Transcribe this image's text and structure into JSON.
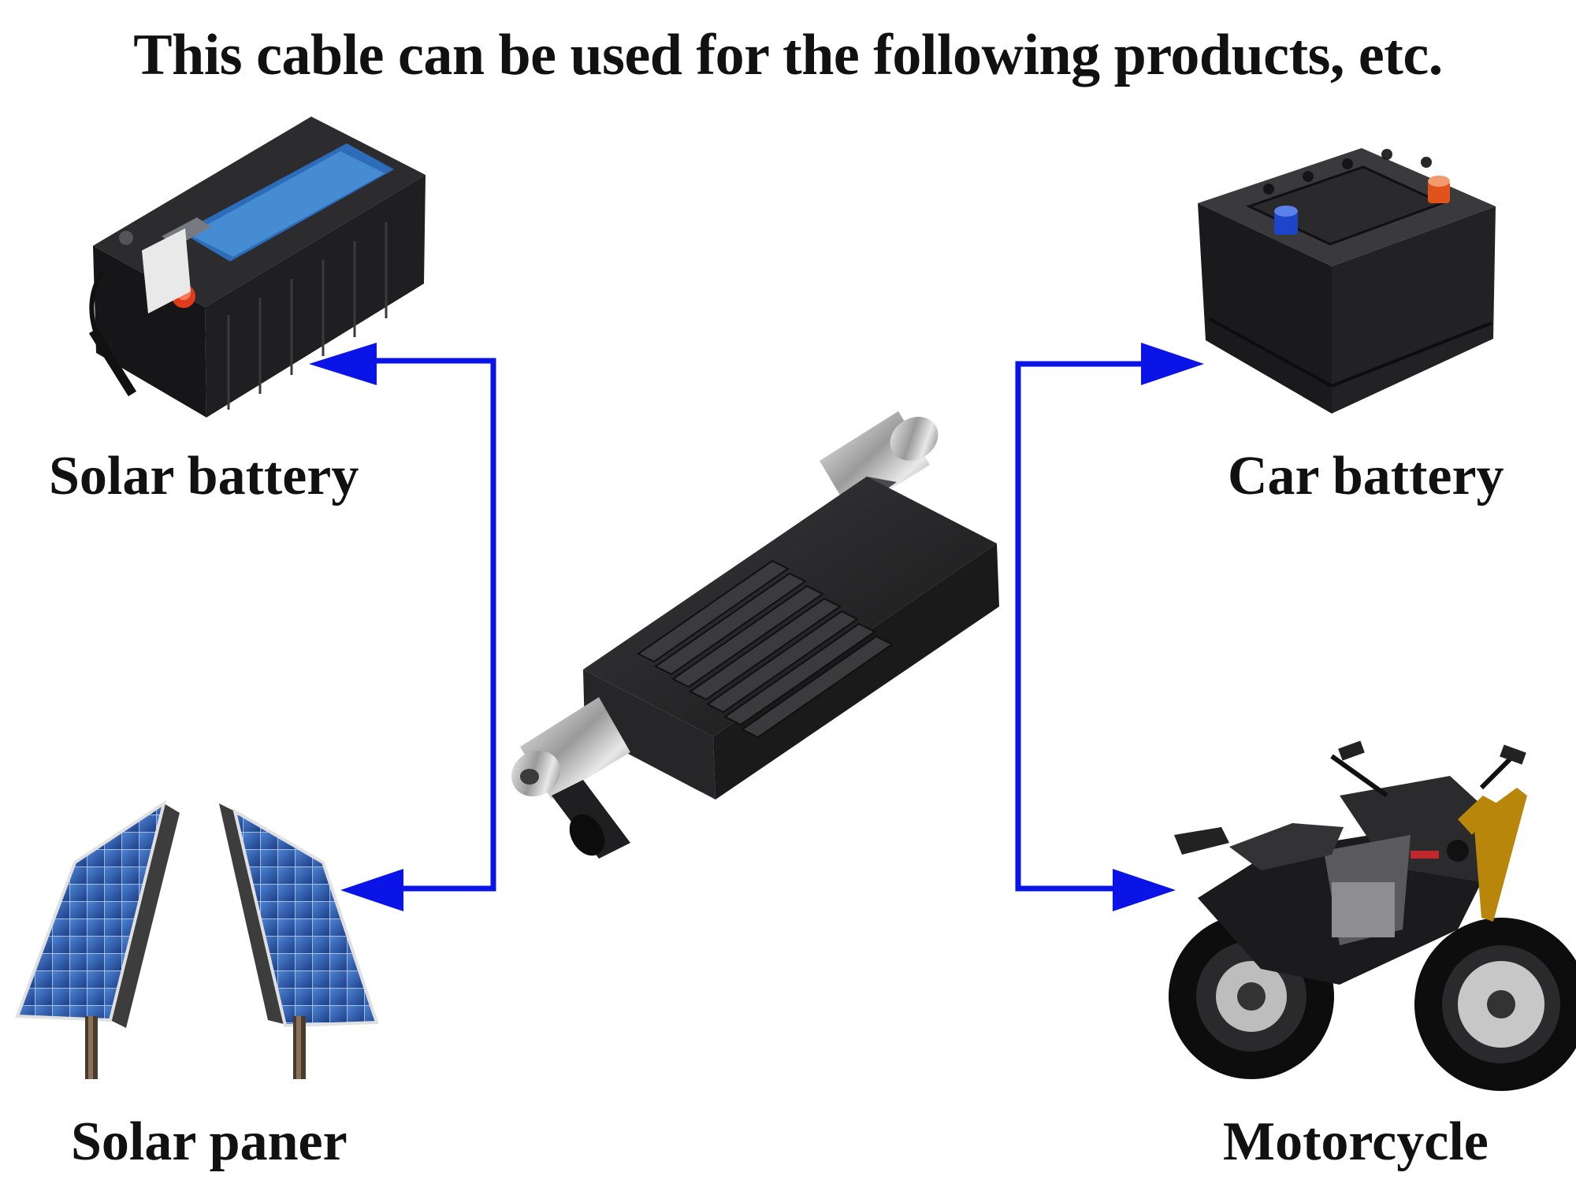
{
  "headline": "This cable can be used for the following products, etc.",
  "products": {
    "solar_battery": "Solar battery",
    "solar_panel": "Solar paner",
    "car_battery": "Car battery",
    "motorcycle": "Motorcycle"
  },
  "colors": {
    "arrow": "#0a14e6",
    "text": "#111111",
    "plug_body": "#2a2a2c",
    "panel_cell": "#2f5fb5",
    "battery_body": "#1f1f22",
    "terminal_positive": "#e23b1b",
    "terminal_negative": "#1e45c9"
  },
  "icons": [
    "sae-connector-icon",
    "solar-battery-icon",
    "solar-panel-icon",
    "car-battery-icon",
    "motorcycle-icon",
    "arrow-icon"
  ]
}
